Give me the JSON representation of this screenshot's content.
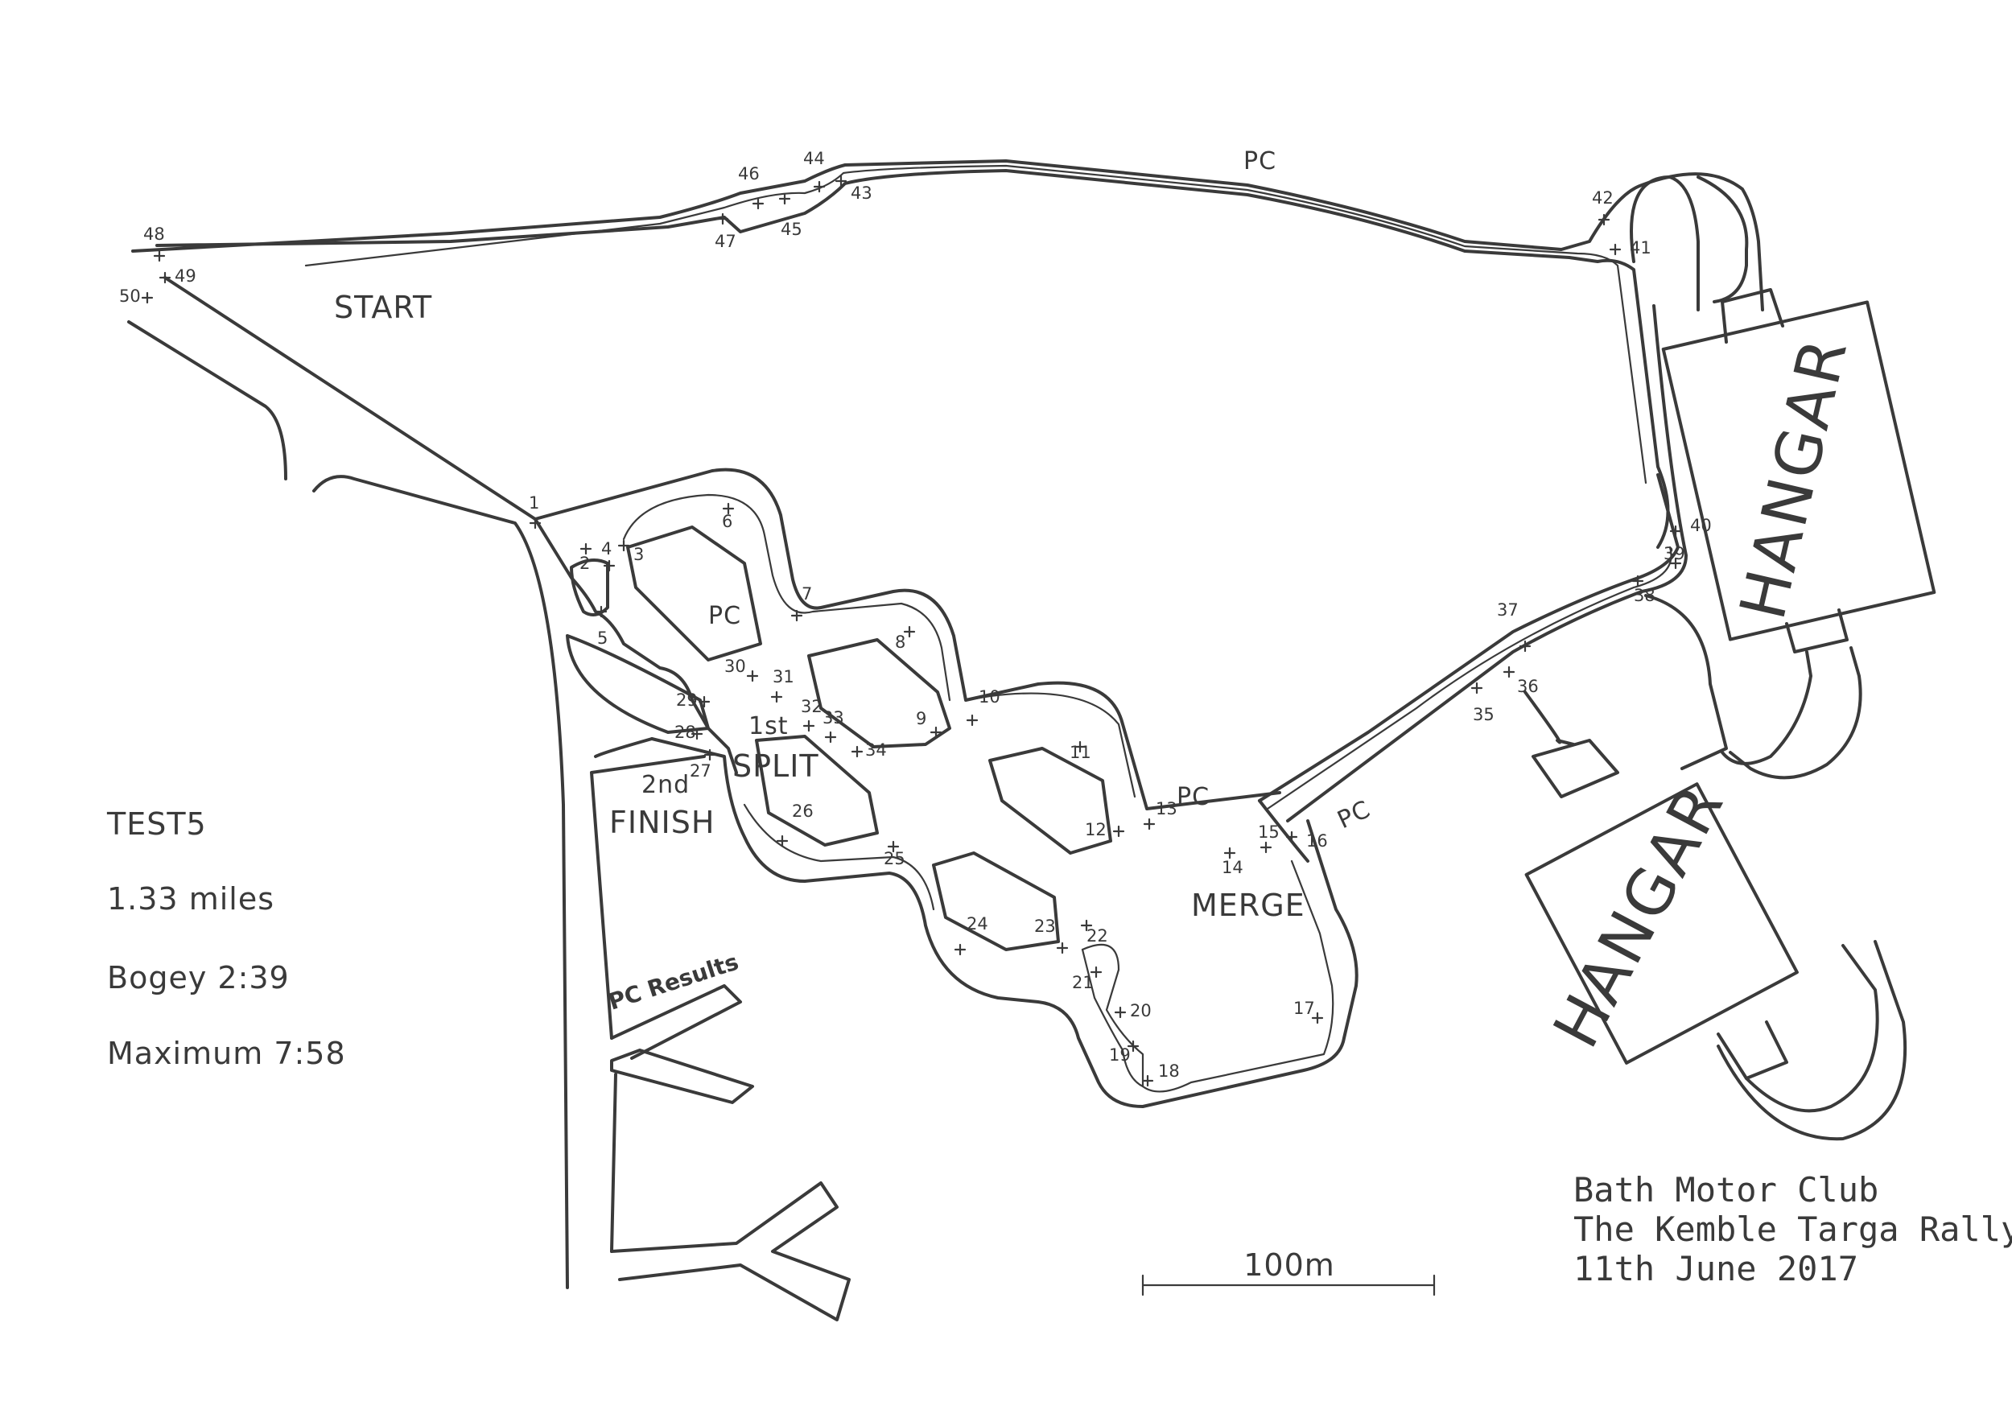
{
  "map": {
    "labels": {
      "start": "START",
      "finish": "FINISH",
      "split": "SPLIT",
      "merge": "MERGE",
      "first": "1st",
      "second": "2nd",
      "pc": "PC",
      "pc_results": "PC Results",
      "hangar": "HANGAR"
    },
    "scale_label": "100m",
    "waypoints": [
      "1",
      "2",
      "3",
      "4",
      "5",
      "6",
      "7",
      "8",
      "9",
      "10",
      "11",
      "12",
      "13",
      "14",
      "15",
      "16",
      "17",
      "18",
      "19",
      "20",
      "21",
      "22",
      "23",
      "24",
      "25",
      "26",
      "27",
      "28",
      "29",
      "30",
      "31",
      "32",
      "33",
      "34",
      "35",
      "36",
      "37",
      "38",
      "39",
      "40",
      "41",
      "42",
      "43",
      "44",
      "45",
      "46",
      "47",
      "48",
      "49",
      "50"
    ]
  },
  "test_info": {
    "name": "TEST5",
    "distance": "1.33 miles",
    "bogey": "Bogey 2:39",
    "maximum": "Maximum 7:58"
  },
  "event": {
    "club": "Bath Motor Club",
    "rally": "The Kemble Targa Rally",
    "date": "11th June 2017"
  },
  "colors": {
    "line": "#3a3a3a",
    "background": "#ffffff"
  }
}
